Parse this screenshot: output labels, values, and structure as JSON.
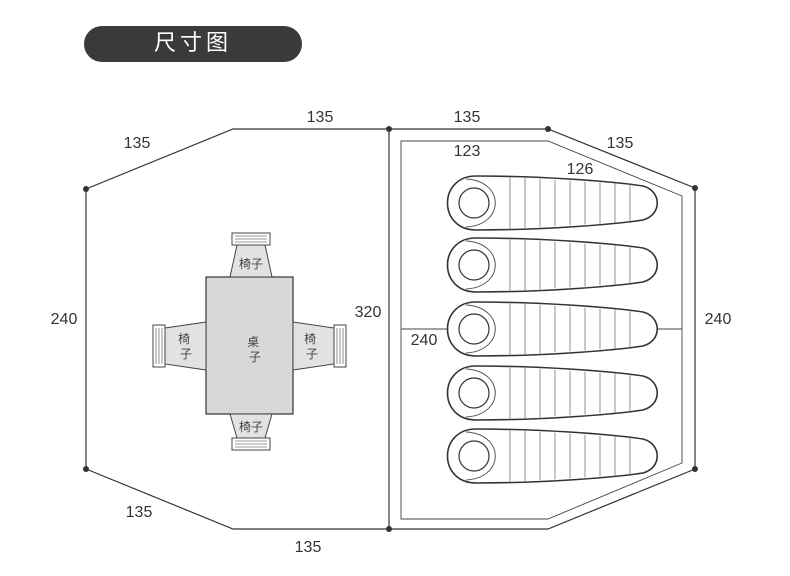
{
  "title": "尺寸图",
  "dimensions": {
    "top_left_slant": "135",
    "top_left": "135",
    "top_right": "135",
    "top_right_slant": "135",
    "inner_top": "123",
    "inner_bag": "126",
    "left_height": "240",
    "center_height": "320",
    "inner_width": "240",
    "right_height": "240",
    "bottom_left_slant": "135",
    "bottom_left": "135"
  },
  "furniture": {
    "table": "桌子",
    "chair": "椅子"
  }
}
